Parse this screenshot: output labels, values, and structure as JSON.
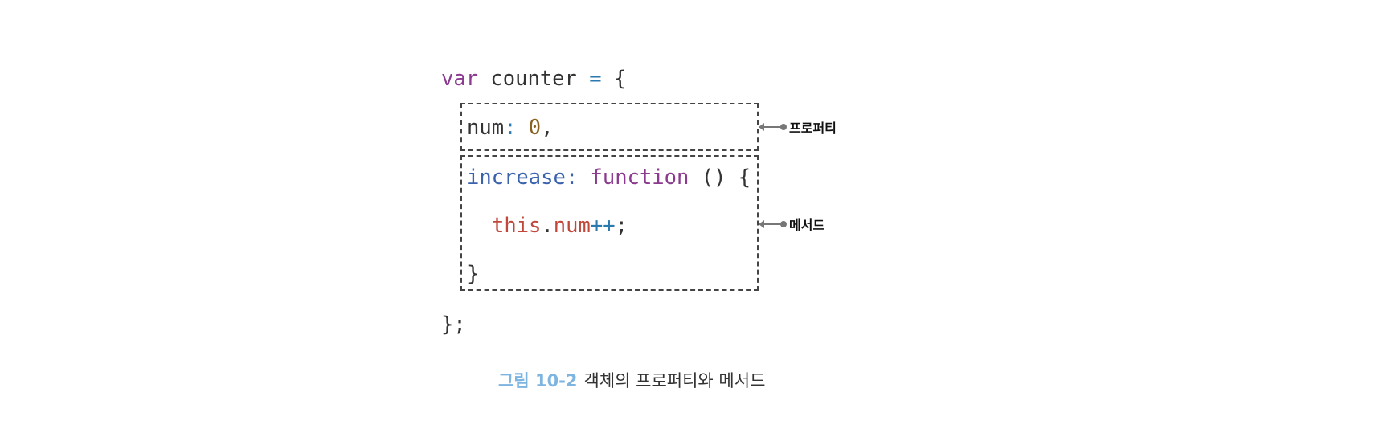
{
  "code": {
    "line1": {
      "var": "var",
      "name": " counter ",
      "eq": "=",
      "brace": " {"
    },
    "line2": {
      "key": "num",
      "colon": ":",
      "value": "0",
      "comma": ","
    },
    "line3": {
      "key": "increase",
      "colon": ":",
      "func": " function",
      "rest": " () {"
    },
    "line4": {
      "this": "this",
      "dot": ".",
      "prop": "num",
      "inc": "++",
      "semi": ";"
    },
    "line5": "}",
    "line6": "};"
  },
  "annotations": {
    "property": "프로퍼티",
    "method": "메서드"
  },
  "caption": {
    "figure": "그림 10-2",
    "text": "객체의 프로퍼티와 메서드"
  },
  "colors": {
    "keyword": "#8b3a8f",
    "operator": "#2a7ab0",
    "number": "#8a6020",
    "property": "#3a62ad",
    "this": "#c0473a",
    "caption_accent": "#7db4e0"
  }
}
